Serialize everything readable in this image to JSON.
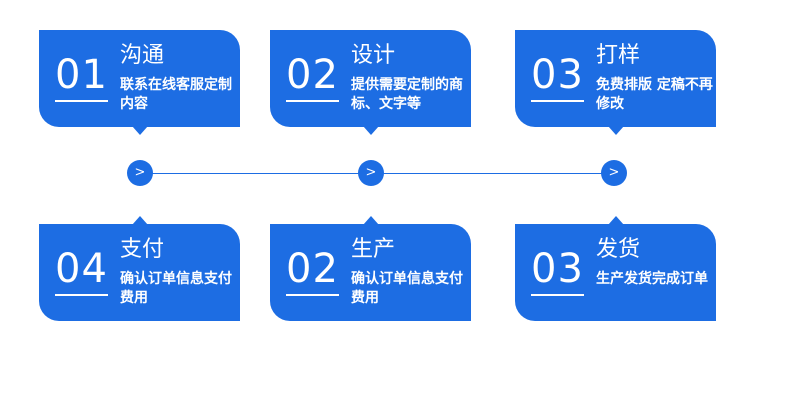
{
  "top_steps": [
    {
      "num": "01",
      "title": "沟通",
      "desc": "联系在线客服定制内容"
    },
    {
      "num": "02",
      "title": "设计",
      "desc": "提供需要定制的商标、文字等"
    },
    {
      "num": "03",
      "title": "打样",
      "desc": "免费排版 定稿不再修改"
    }
  ],
  "bottom_steps": [
    {
      "num": "04",
      "title": "支付",
      "desc": "确认订单信息支付费用"
    },
    {
      "num": "02",
      "title": "生产",
      "desc": "确认订单信息支付费用"
    },
    {
      "num": "03",
      "title": "发货",
      "desc": "生产发货完成订单"
    }
  ],
  "timeline": {
    "arrow_glyph": ">",
    "accent_color": "#1d6de3",
    "icon": "chevron-right-icon"
  }
}
